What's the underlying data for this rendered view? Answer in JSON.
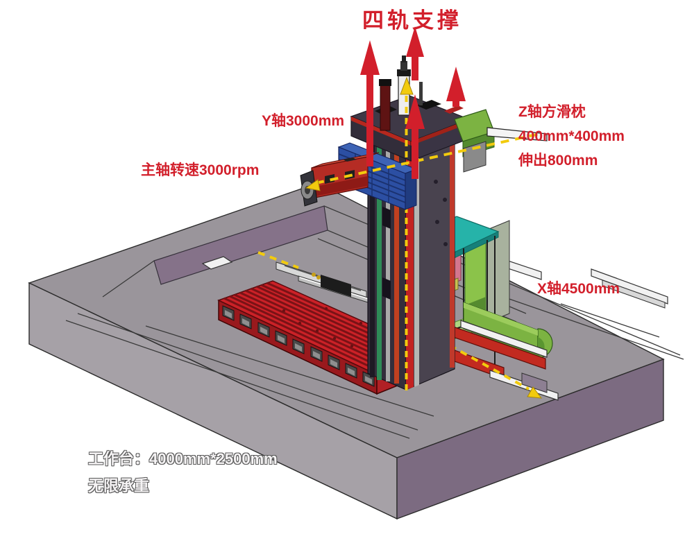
{
  "title": {
    "text": "四轨支撑"
  },
  "annotations": {
    "y_axis": "Y轴3000mm",
    "spindle_speed": "主轴转速3000rpm",
    "z_ram": {
      "line1": "Z轴方滑枕",
      "line2": "400mm*400mm",
      "line3": "伸出800mm"
    },
    "x_axis": "X轴4500mm",
    "worktable": {
      "line1": "工作台：4000mm*2500mm",
      "line2": "无限承重"
    }
  },
  "colors": {
    "accent-red": "#d21f2b",
    "axis-yellow": "#f2cb0e",
    "base-gray": "#9a959b",
    "base-left-gray": "#a6a1a7",
    "base-front-purple": "#7c6b81",
    "pit-purple": "#857289",
    "table-red": "#cb2127",
    "column-dark": "#413b4a",
    "headstock-blue": "#2c4fa3",
    "ram-red": "#b52c24",
    "cabinet-teal": "#26b3a9",
    "cabinet-pink": "#d4768e",
    "conveyor-green": "#7cb342",
    "label-white": "#f5f3f4"
  },
  "icons": {
    "support_arrow": "red-up-arrow-icon",
    "axis_direction": "yellow-dashed-arrow-icon"
  }
}
